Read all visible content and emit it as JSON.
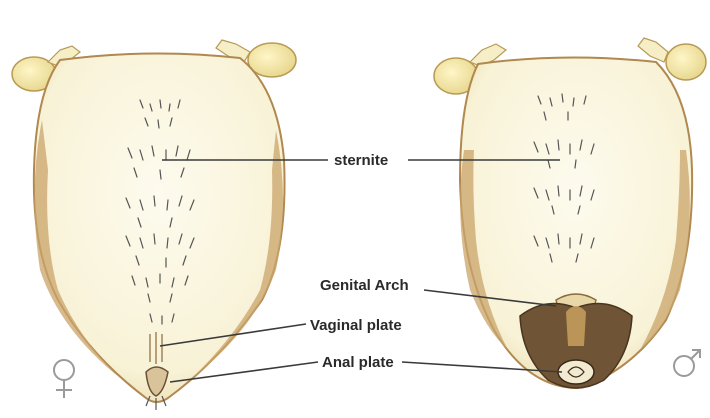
{
  "labels": {
    "sternite": "sternite",
    "genital_arch": "Genital Arch",
    "vaginal_plate": "Vaginal plate",
    "anal_plate": "Anal plate"
  },
  "symbols": {
    "female": "female-symbol",
    "male": "male-symbol"
  },
  "colors": {
    "body_fill": "#fbf7e2",
    "edge_brown": "#b08850",
    "dark_brown": "#6a5035",
    "hair": "#555555",
    "leader_line": "#3a3a3a"
  }
}
